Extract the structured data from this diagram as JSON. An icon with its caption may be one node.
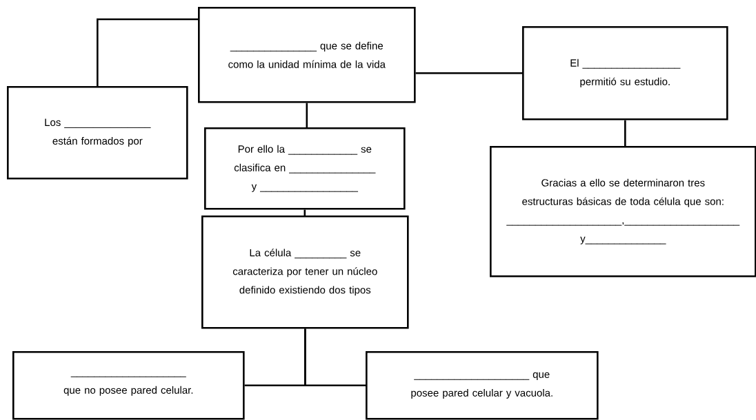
{
  "diagram": {
    "nodes": [
      {
        "text": [
          "_______________ que se define como la unidad mínima de la vida"
        ]
      },
      {
        "text": [
          "Los _______________ están formados por"
        ]
      },
      {
        "text": [
          "El _________________ permitió su estudio."
        ]
      },
      {
        "text": [
          "Gracias a ello se determinaron tres estructuras básicas de toda célula que son: ____________________,____________________ y______________"
        ]
      },
      {
        "text": [
          "Por ello la ____________ se clasifica en _______________ y _________________"
        ]
      },
      {
        "text": [
          "La célula _________ se caracteriza por tener un núcleo definido existiendo dos tipos"
        ]
      },
      {
        "text": [
          "____________________ que no posee pared celular."
        ]
      },
      {
        "text": [
          "____________________ que posee pared celular y vacuola."
        ]
      }
    ],
    "edges": [
      {
        "from": 0,
        "to": 1,
        "arrow": "none"
      },
      {
        "from": 0,
        "to": 2,
        "arrow": "none"
      },
      {
        "from": 2,
        "to": 3,
        "arrow": "none"
      },
      {
        "from": 0,
        "to": 4,
        "arrow": "none"
      },
      {
        "from": 4,
        "to": 5,
        "arrow": "none"
      },
      {
        "from": 5,
        "to": 6,
        "arrow": "none"
      },
      {
        "from": 5,
        "to": 7,
        "arrow": "none"
      }
    ]
  }
}
